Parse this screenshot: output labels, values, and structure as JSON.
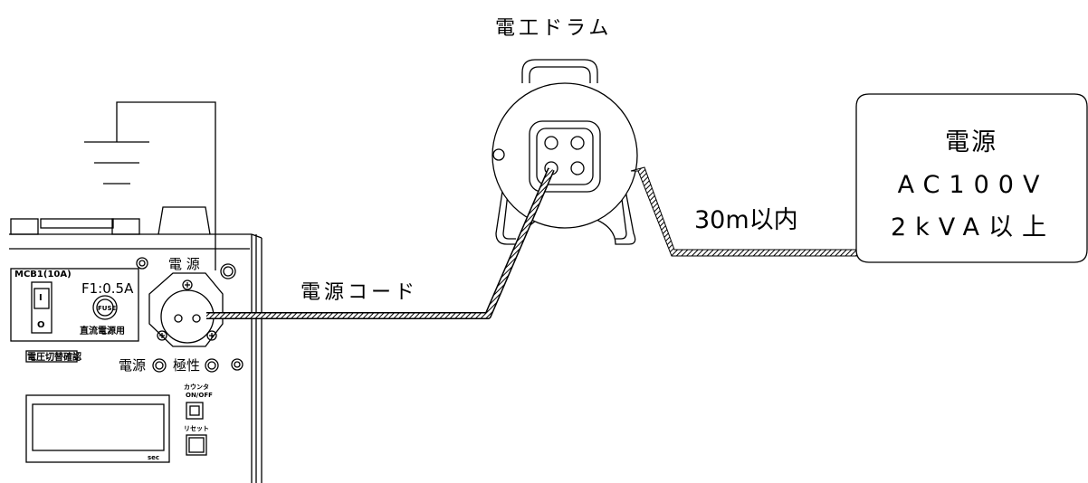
{
  "labels": {
    "drum_title": "電工ドラム",
    "power_cord": "電源コード",
    "distance": "30m以内",
    "source_title": "電源",
    "source_voltage": "AC100V",
    "source_capacity": "2kVA以上"
  },
  "device": {
    "mcb_label": "MCB1(10A)",
    "mcb_switch_on": "I",
    "mcb_switch_off": "O",
    "voltage_check_label": "電圧切替確認",
    "fuse_rating": "F1:0.5A",
    "fuse_cap": "FUSE",
    "dc_power_label": "直流電源用",
    "power_inlet_label": "電 源",
    "power_lamp_label": "電源",
    "polarity_lamp_label": "極性",
    "counter_label": "カウンタ",
    "counter_onoff": "ON/OFF",
    "reset_label": "リセット",
    "display_unit": "sec"
  }
}
